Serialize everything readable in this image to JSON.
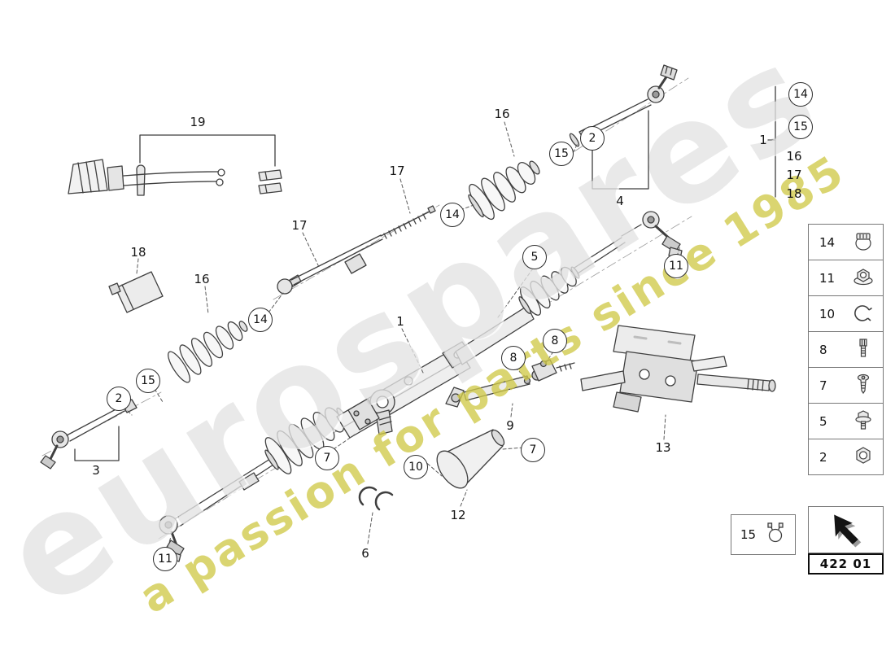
{
  "watermark": {
    "brand": "eurospares",
    "tagline": "a passion for parts since 1985",
    "brand_color": "#c9c9c9",
    "tagline_color": "#cfc949"
  },
  "callouts": {
    "circled": [
      {
        "label": "15"
      },
      {
        "label": "2"
      },
      {
        "label": "11"
      },
      {
        "label": "14"
      },
      {
        "label": "14"
      },
      {
        "label": "15"
      },
      {
        "label": "2"
      },
      {
        "label": "5"
      },
      {
        "label": "8"
      },
      {
        "label": "8"
      },
      {
        "label": "7"
      },
      {
        "label": "10"
      },
      {
        "label": "7"
      },
      {
        "label": "11"
      }
    ],
    "plain": [
      {
        "label": "19"
      },
      {
        "label": "18"
      },
      {
        "label": "16"
      },
      {
        "label": "3"
      },
      {
        "label": "17"
      },
      {
        "label": "17"
      },
      {
        "label": "16"
      },
      {
        "label": "4"
      },
      {
        "label": "1"
      },
      {
        "label": "9"
      },
      {
        "label": "13"
      },
      {
        "label": "6"
      },
      {
        "label": "12"
      }
    ]
  },
  "legend": {
    "group": {
      "label": "1",
      "circled": [
        {
          "label": "14"
        },
        {
          "label": "15"
        }
      ],
      "plain": [
        {
          "label": "16"
        },
        {
          "label": "17"
        },
        {
          "label": "18"
        }
      ]
    },
    "rows": [
      {
        "label": "14",
        "icon": "hose-clamp-icon"
      },
      {
        "label": "11",
        "icon": "flange-nut-icon"
      },
      {
        "label": "10",
        "icon": "clamp-ring-icon"
      },
      {
        "label": "8",
        "icon": "socket-bolt-icon"
      },
      {
        "label": "7",
        "icon": "screw-icon"
      },
      {
        "label": "5",
        "icon": "hex-bolt-icon"
      },
      {
        "label": "2",
        "icon": "hex-nut-icon"
      }
    ],
    "extra": {
      "label": "15",
      "icon": "spring-clamp-icon"
    }
  },
  "footer": {
    "part_code": "422 01",
    "nav_icon": "back-arrow-icon"
  }
}
